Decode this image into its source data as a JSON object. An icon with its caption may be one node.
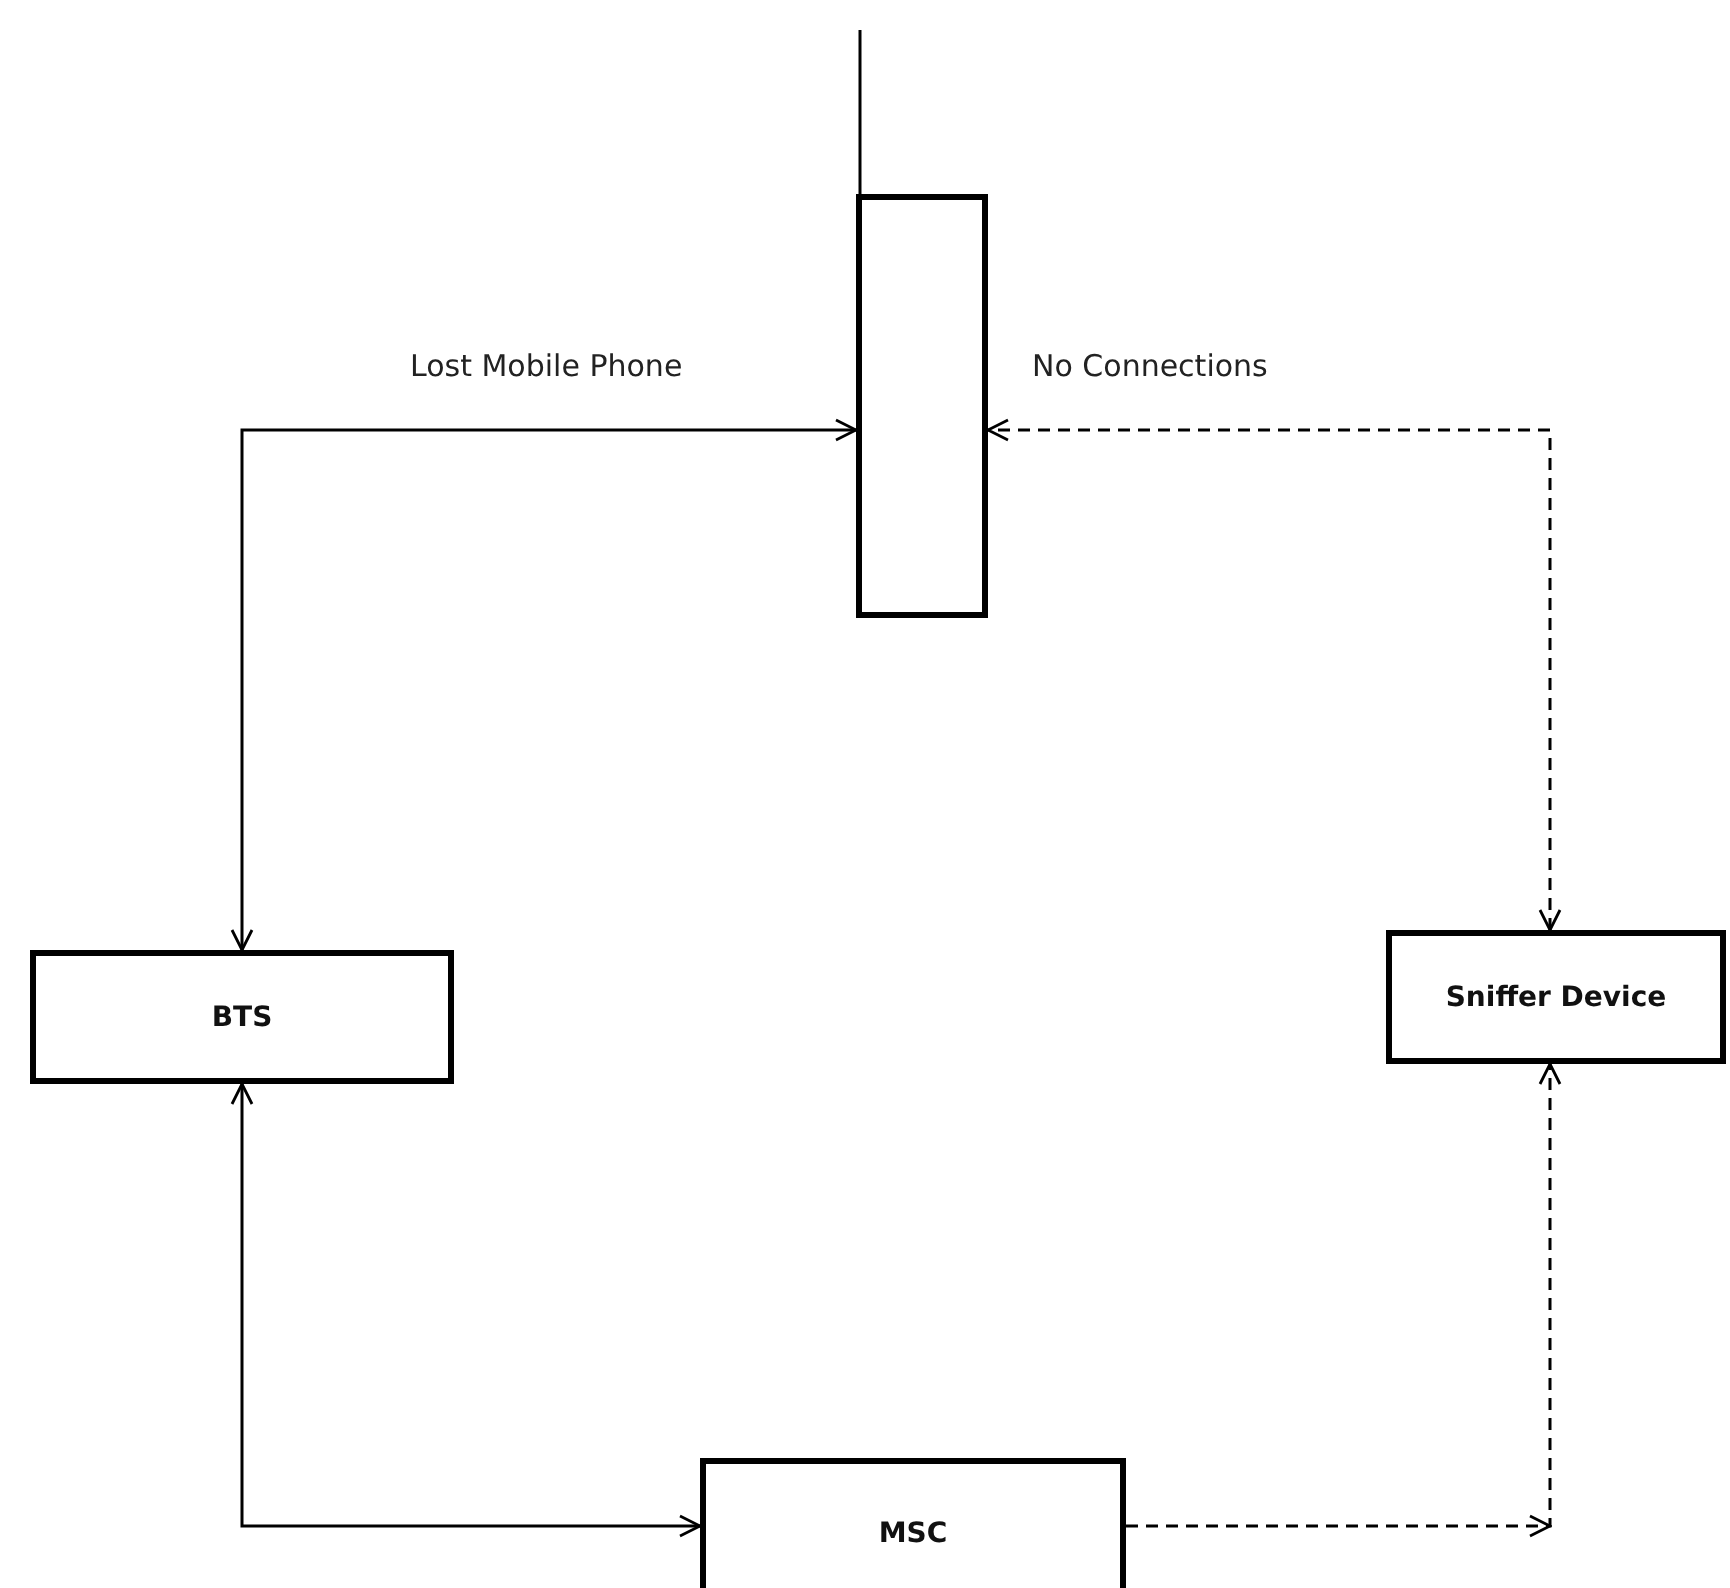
{
  "diagram": {
    "nodes": [
      {
        "text": [],
        "shape": "box"
      },
      {
        "text": [
          "BTS"
        ]
      },
      {
        "text": [
          "Sniffer Device"
        ]
      },
      {
        "text": [
          "MSC"
        ]
      }
    ],
    "edges": [
      {
        "from": 1,
        "to": 0,
        "arrow": "both",
        "label": "Lost Mobile Phone"
      },
      {
        "from": 2,
        "to": 0,
        "arrow": "both",
        "label": "No Connections",
        "style": "dashed"
      },
      {
        "from": 1,
        "to": 3,
        "arrow": "both"
      },
      {
        "from": 3,
        "to": 2,
        "arrow": "to",
        "style": "dashed"
      }
    ]
  }
}
